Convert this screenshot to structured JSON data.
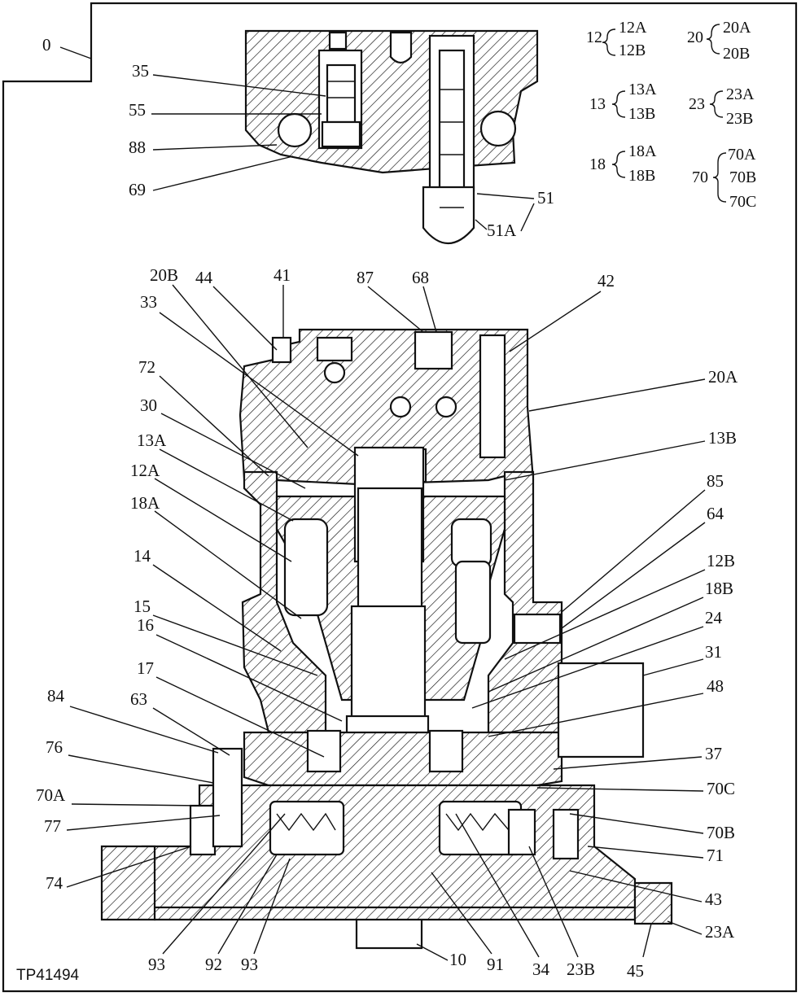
{
  "view_number": "0",
  "figure_id": "TP41494",
  "colors": {
    "ink": "#111111",
    "paper": "#ffffff"
  },
  "brackets": [
    {
      "parent": "12",
      "children": [
        "12A",
        "12B"
      ]
    },
    {
      "parent": "20",
      "children": [
        "20A",
        "20B"
      ]
    },
    {
      "parent": "13",
      "children": [
        "13A",
        "13B"
      ]
    },
    {
      "parent": "23",
      "children": [
        "23A",
        "23B"
      ]
    },
    {
      "parent": "18",
      "children": [
        "18A",
        "18B"
      ]
    },
    {
      "parent": "70",
      "children": [
        "70A",
        "70B",
        "70C"
      ]
    }
  ],
  "callouts": {
    "top": [
      "35",
      "55",
      "88",
      "69",
      "51",
      "51A"
    ],
    "left": [
      "20B",
      "44",
      "41",
      "33",
      "72",
      "30",
      "13A",
      "12A",
      "18A",
      "14",
      "15",
      "16",
      "17",
      "84",
      "63",
      "76",
      "70A",
      "77",
      "74"
    ],
    "top_center": [
      "87",
      "68",
      "42"
    ],
    "right": [
      "20A",
      "13B",
      "85",
      "64",
      "12B",
      "18B",
      "24",
      "31",
      "48",
      "37",
      "70C",
      "70B",
      "71",
      "43",
      "23A"
    ],
    "bottom": [
      "93",
      "92",
      "93",
      "10",
      "91",
      "34",
      "23B",
      "45"
    ]
  }
}
